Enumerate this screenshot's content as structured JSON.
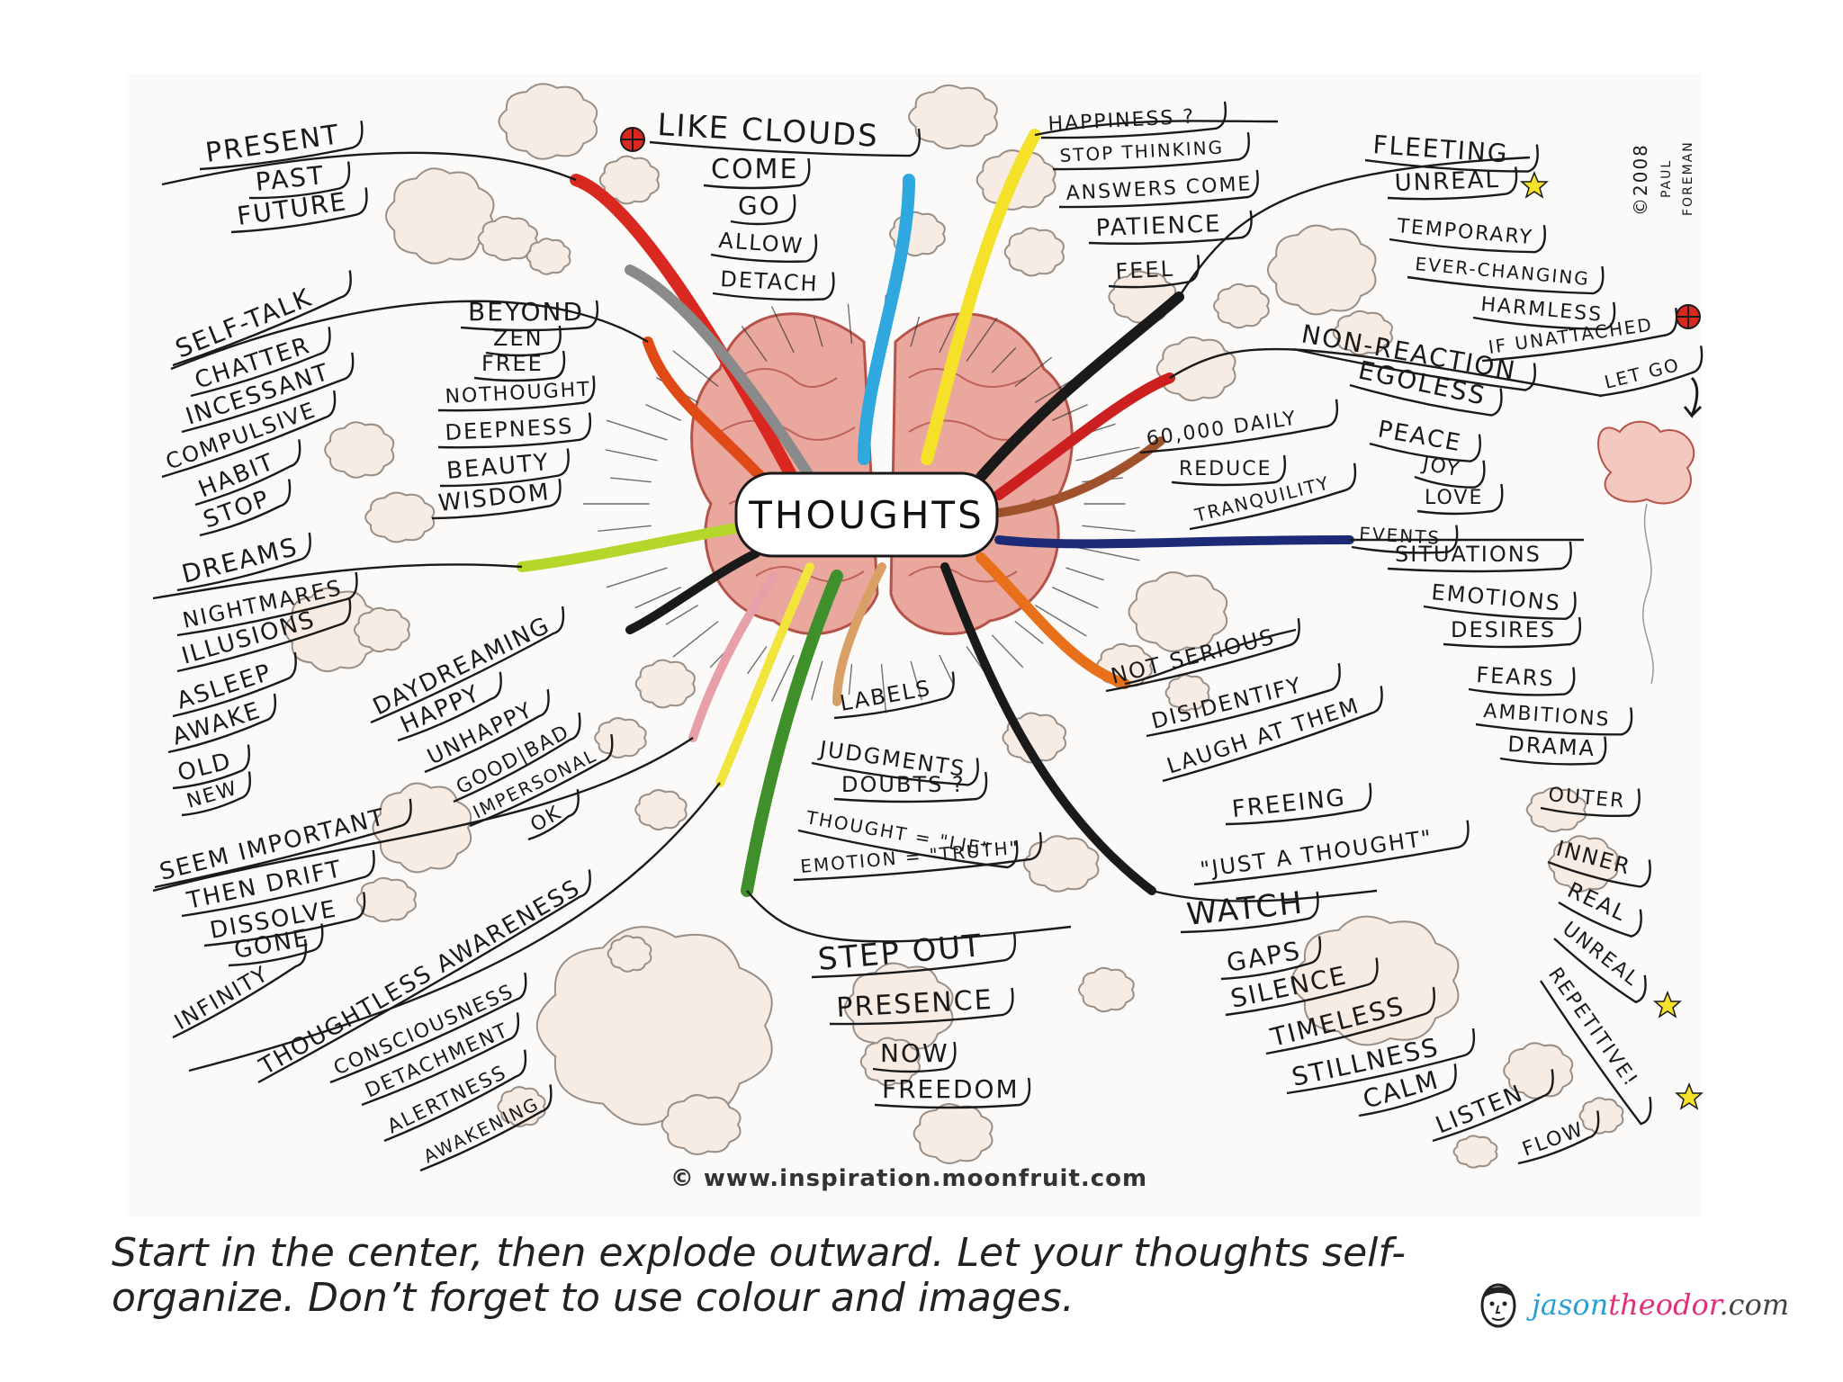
{
  "center_label": "THOUGHTS",
  "copyright": {
    "lines": [
      "©2008",
      "PAUL",
      "FOREMAN"
    ]
  },
  "credit": "© www.inspiration.moonfruit.com",
  "caption": "Start in the center, then explode outward. Let your thoughts self-organize. Don’t forget to use colour and images.",
  "brand": {
    "part1": "jason",
    "part2": "theodor",
    "part3": ".com"
  },
  "branches": [
    {
      "id": "present",
      "color": "#d9281f",
      "parent": "PRESENT",
      "children": [
        "PAST",
        "FUTURE"
      ]
    },
    {
      "id": "self-talk",
      "color": "#e04a16",
      "parent": "SELF-TALK",
      "children": [
        "CHATTER",
        "INCESSANT",
        "COMPULSIVE",
        "HABIT",
        "STOP"
      ]
    },
    {
      "id": "beyond",
      "color": "#8a8a8a",
      "parent": "BEYOND",
      "children": [
        "ZEN",
        "FREE",
        "NOTHOUGHT",
        "DEEPNESS",
        "BEAUTY",
        "WISDOM"
      ]
    },
    {
      "id": "dreams",
      "color": "#b5d62a",
      "parent": "DREAMS",
      "children": [
        "NIGHTMARES",
        "ILLUSIONS",
        "ASLEEP",
        "AWAKE",
        "OLD",
        "NEW"
      ]
    },
    {
      "id": "daydreaming",
      "color": "#1a1a1a",
      "parent": "DAYDREAMING",
      "children": [
        "HAPPY",
        "UNHAPPY",
        "GOOD|BAD",
        "IMPERSONAL",
        "OK"
      ]
    },
    {
      "id": "seem-important",
      "color": "#e8a0a8",
      "parent": "SEEM IMPORTANT",
      "children": [
        "THEN DRIFT",
        "DISSOLVE",
        "GONE",
        "INFINITY"
      ]
    },
    {
      "id": "thoughtless",
      "color": "#f1e43a",
      "parent": "THOUGHTLESS AWARENESS",
      "children": [
        "CONSCIOUSNESS",
        "DETACHMENT",
        "ALERTNESS",
        "AWAKENING"
      ]
    },
    {
      "id": "like-clouds",
      "color": "#2fa8e0",
      "parent": "LIKE CLOUDS",
      "children": [
        "COME",
        "GO",
        "ALLOW",
        "DETACH"
      ]
    },
    {
      "id": "happiness",
      "color": "#f5e12a",
      "parent": "HAPPINESS ?",
      "children": [
        "STOP THINKING",
        "ANSWERS COME",
        "PATIENCE",
        "FEEL"
      ]
    },
    {
      "id": "fleeting",
      "color": "#1a1a1a",
      "parent": "FLEETING",
      "children": [
        "UNREAL",
        "TEMPORARY",
        "EVER-CHANGING",
        "HARMLESS",
        "IF UNATTACHED",
        "LET GO"
      ]
    },
    {
      "id": "non-reaction",
      "color": "#cc2020",
      "parent": "NON-REACTION",
      "children": [
        "EGOLESS",
        "PEACE",
        "JOY",
        "LOVE"
      ]
    },
    {
      "id": "daily",
      "color": "#a0522d",
      "parent": "60,000 DAILY",
      "children": [
        "REDUCE",
        "TRANQUILITY"
      ]
    },
    {
      "id": "events",
      "color": "#1c2a78",
      "parent": "EVENTS",
      "children": [
        "SITUATIONS",
        "EMOTIONS",
        "DESIRES",
        "FEARS",
        "AMBITIONS",
        "DRAMA",
        "OUTER",
        "INNER",
        "REAL",
        "UNREAL",
        "REPETITIVE!"
      ]
    },
    {
      "id": "not-serious",
      "color": "#e8701a",
      "parent": "NOT SERIOUS",
      "children": [
        "DISIDENTIFY",
        "LAUGH AT THEM",
        "FREEING",
        "\"JUST A THOUGHT\""
      ]
    },
    {
      "id": "watch",
      "color": "#1a1a1a",
      "parent": "WATCH",
      "children": [
        "GAPS",
        "SILENCE",
        "TIMELESS",
        "STILLNESS",
        "CALM",
        "LISTEN",
        "FLOW"
      ]
    },
    {
      "id": "labels",
      "color": "#d9a066",
      "parent": "LABELS",
      "children": [
        "JUDGMENTS",
        "DOUBTS ?",
        "THOUGHT = \"LIE\"",
        "EMOTION = \"TRUTH\""
      ]
    },
    {
      "id": "step-out",
      "color": "#3f8f2a",
      "parent": "STEP OUT",
      "children": [
        "PRESENCE",
        "NOW",
        "FREEDOM"
      ]
    }
  ],
  "colors": {
    "cloud_fill": "#f6ece4",
    "cloud_stroke": "#9a8f86",
    "brain_fill": "#e9a39a",
    "brain_stroke": "#b5534a"
  }
}
